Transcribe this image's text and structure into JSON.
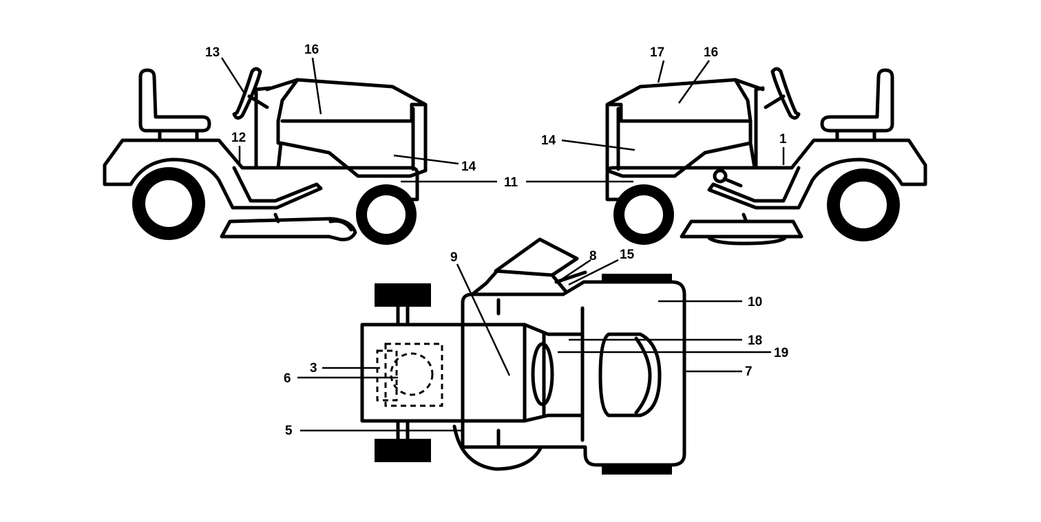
{
  "diagram": {
    "labels": {
      "l1": "1",
      "l3": "3",
      "l5": "5",
      "l6": "6",
      "l7": "7",
      "l8": "8",
      "l9": "9",
      "l10": "10",
      "l11": "11",
      "l12": "12",
      "l13": "13",
      "l14a": "14",
      "l14b": "14",
      "l15": "15",
      "l16a": "16",
      "l16b": "16",
      "l17": "17",
      "l18": "18",
      "l19": "19"
    }
  }
}
